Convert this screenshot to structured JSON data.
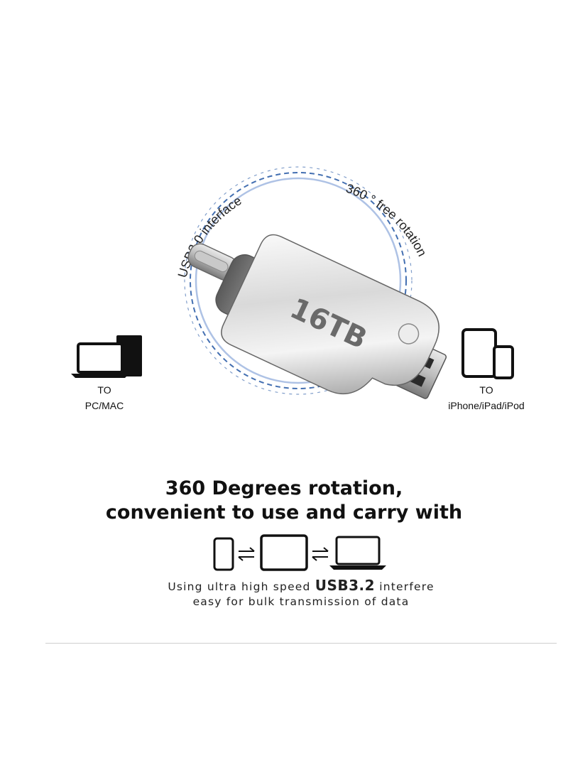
{
  "figure": {
    "curve_labels": {
      "left": "USB3.0 interface",
      "right": "360 ° free rotation"
    },
    "capacity_label": "16TB",
    "devices": {
      "left": {
        "line1": "TO",
        "line2": "PC/MAC",
        "icon": "laptop-desktop-icon"
      },
      "right": {
        "line1": "TO",
        "line2": "iPhone/iPad/iPod",
        "icon": "tablet-phone-icon"
      }
    },
    "headline": {
      "line1": "360 Degrees rotation,",
      "line2": "convenient to use and carry with"
    },
    "transfer_row": {
      "icons": [
        "phone-icon",
        "exchange-arrows-icon",
        "tablet-icon",
        "exchange-arrows-icon",
        "laptop-icon"
      ]
    },
    "description": {
      "line1_prefix": "Using ultra high speed",
      "line1_highlight": "USB3.2",
      "line1_suffix": "interfere",
      "line2": "easy for bulk transmission of data"
    },
    "colors": {
      "arc": "#2f5fa8",
      "metal_light": "#f2f2f2",
      "metal_dark": "#8a8a8a",
      "text": "#111111"
    }
  }
}
